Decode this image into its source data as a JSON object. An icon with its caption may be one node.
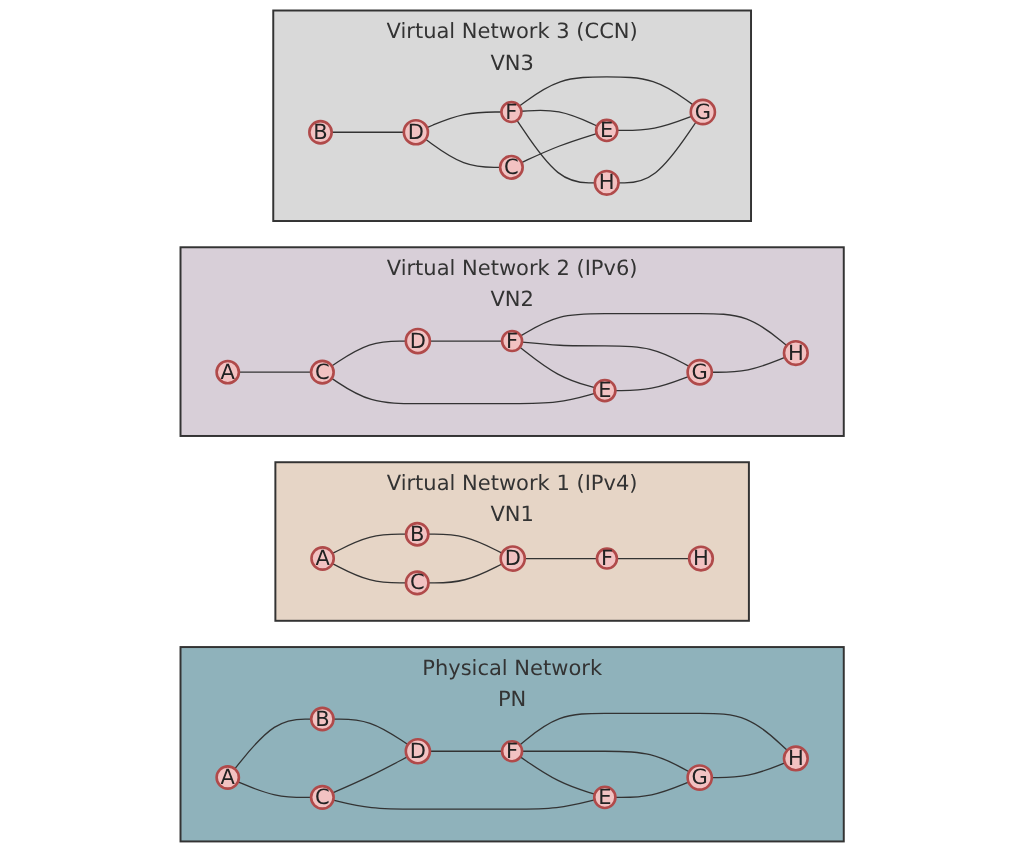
{
  "diagram": {
    "nodes": [
      {
        "text": [
          "Virtual Network 3 (CCN)",
          "VN3"
        ]
      },
      {
        "text": [
          "B"
        ],
        "in": 0
      },
      {
        "text": [
          "D"
        ],
        "in": 0
      },
      {
        "text": [
          "F"
        ],
        "in": 0
      },
      {
        "text": [
          "H"
        ],
        "in": 0
      },
      {
        "text": [
          "C"
        ],
        "in": 0
      },
      {
        "text": [
          "E"
        ],
        "in": 0
      },
      {
        "text": [
          "G"
        ],
        "in": 0
      },
      {
        "text": [
          "Virtual Network 2 (IPv6)",
          "VN2"
        ]
      },
      {
        "text": [
          "D"
        ],
        "in": 8
      },
      {
        "text": [
          "F"
        ],
        "in": 8
      },
      {
        "text": [
          "H"
        ],
        "in": 8
      },
      {
        "text": [
          "A"
        ],
        "in": 8
      },
      {
        "text": [
          "C"
        ],
        "in": 8
      },
      {
        "text": [
          "E"
        ],
        "in": 8
      },
      {
        "text": [
          "G"
        ],
        "in": 8
      },
      {
        "text": [
          "Virtual Network 1 (IPv4)",
          "VN1"
        ]
      },
      {
        "text": [
          "B"
        ],
        "in": 16
      },
      {
        "text": [
          "D"
        ],
        "in": 16
      },
      {
        "text": [
          "F"
        ],
        "in": 16
      },
      {
        "text": [
          "H"
        ],
        "in": 16
      },
      {
        "text": [
          "A"
        ],
        "in": 16
      },
      {
        "text": [
          "C"
        ],
        "in": 16
      },
      {
        "text": [
          "Physical Network",
          "PN"
        ]
      },
      {
        "text": [
          "B"
        ],
        "in": 23
      },
      {
        "text": [
          "D"
        ],
        "in": 23
      },
      {
        "text": [
          "F"
        ],
        "in": 23
      },
      {
        "text": [
          "H"
        ],
        "in": 23
      },
      {
        "text": [
          "A"
        ],
        "in": 23
      },
      {
        "text": [
          "C"
        ],
        "in": 23
      },
      {
        "text": [
          "E"
        ],
        "in": 23
      },
      {
        "text": [
          "G"
        ],
        "in": 23
      }
    ],
    "edges": [
      {
        "from": 1,
        "to": 2,
        "arrow": "none"
      },
      {
        "from": 2,
        "to": 3,
        "arrow": "none"
      },
      {
        "from": 3,
        "to": 4,
        "arrow": "none"
      },
      {
        "from": 2,
        "to": 5,
        "arrow": "none"
      },
      {
        "from": 3,
        "to": 6,
        "arrow": "none"
      },
      {
        "from": 3,
        "to": 7,
        "arrow": "none"
      },
      {
        "from": 5,
        "to": 6,
        "arrow": "none"
      },
      {
        "from": 6,
        "to": 7,
        "arrow": "none"
      },
      {
        "from": 4,
        "to": 7,
        "arrow": "none"
      },
      {
        "from": 12,
        "to": 13,
        "arrow": "none"
      },
      {
        "from": 13,
        "to": 9,
        "arrow": "none"
      },
      {
        "from": 9,
        "to": 10,
        "arrow": "none"
      },
      {
        "from": 10,
        "to": 11,
        "arrow": "none"
      },
      {
        "from": 10,
        "to": 14,
        "arrow": "none"
      },
      {
        "from": 10,
        "to": 15,
        "arrow": "none"
      },
      {
        "from": 13,
        "to": 14,
        "arrow": "none"
      },
      {
        "from": 14,
        "to": 15,
        "arrow": "none"
      },
      {
        "from": 15,
        "to": 11,
        "arrow": "none"
      },
      {
        "from": 21,
        "to": 17,
        "arrow": "none"
      },
      {
        "from": 17,
        "to": 18,
        "arrow": "none"
      },
      {
        "from": 18,
        "to": 19,
        "arrow": "none"
      },
      {
        "from": 19,
        "to": 20,
        "arrow": "none"
      },
      {
        "from": 21,
        "to": 22,
        "arrow": "none"
      },
      {
        "from": 22,
        "to": 18,
        "arrow": "none"
      },
      {
        "from": 28,
        "to": 24,
        "arrow": "none"
      },
      {
        "from": 24,
        "to": 25,
        "arrow": "none"
      },
      {
        "from": 25,
        "to": 26,
        "arrow": "none"
      },
      {
        "from": 26,
        "to": 27,
        "arrow": "none"
      },
      {
        "from": 28,
        "to": 29,
        "arrow": "none"
      },
      {
        "from": 29,
        "to": 25,
        "arrow": "none"
      },
      {
        "from": 26,
        "to": 30,
        "arrow": "none"
      },
      {
        "from": 26,
        "to": 31,
        "arrow": "none"
      },
      {
        "from": 29,
        "to": 30,
        "arrow": "none"
      },
      {
        "from": 30,
        "to": 31,
        "arrow": "none"
      },
      {
        "from": 31,
        "to": 27,
        "arrow": "none"
      }
    ]
  }
}
